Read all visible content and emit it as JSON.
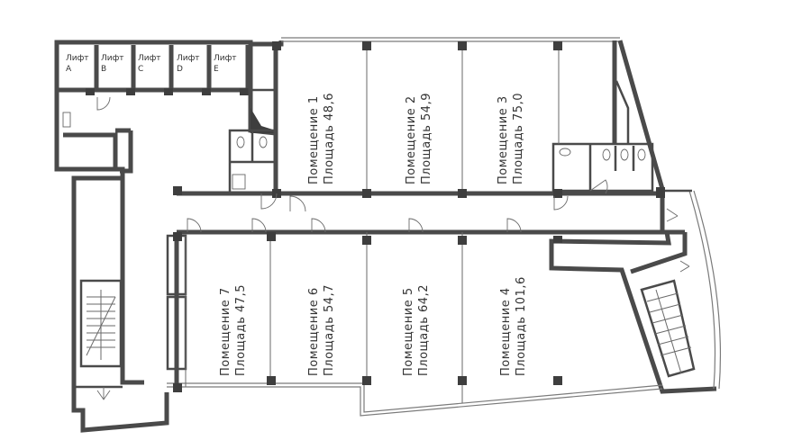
{
  "lifts": [
    {
      "label": "Лифт",
      "letter": "A"
    },
    {
      "label": "Лифт",
      "letter": "B"
    },
    {
      "label": "Лифт",
      "letter": "C"
    },
    {
      "label": "Лифт",
      "letter": "D"
    },
    {
      "label": "Лифт",
      "letter": "E"
    }
  ],
  "rooms": [
    {
      "name": "Помещение 1",
      "area": "Площадь 48,6"
    },
    {
      "name": "Помещение 2",
      "area": "Площадь 54,9"
    },
    {
      "name": "Помещение 3",
      "area": "Площадь 75,0"
    },
    {
      "name": "Помещение 4",
      "area": "Площадь 101,6"
    },
    {
      "name": "Помещение 5",
      "area": "Площадь 64,2"
    },
    {
      "name": "Помещение 6",
      "area": "Площадь 54,7"
    },
    {
      "name": "Помещение 7",
      "area": "Площадь 47,5"
    }
  ],
  "colors": {
    "wall": "#4a4a4a",
    "line": "#6a6a6a",
    "text": "#333333"
  }
}
